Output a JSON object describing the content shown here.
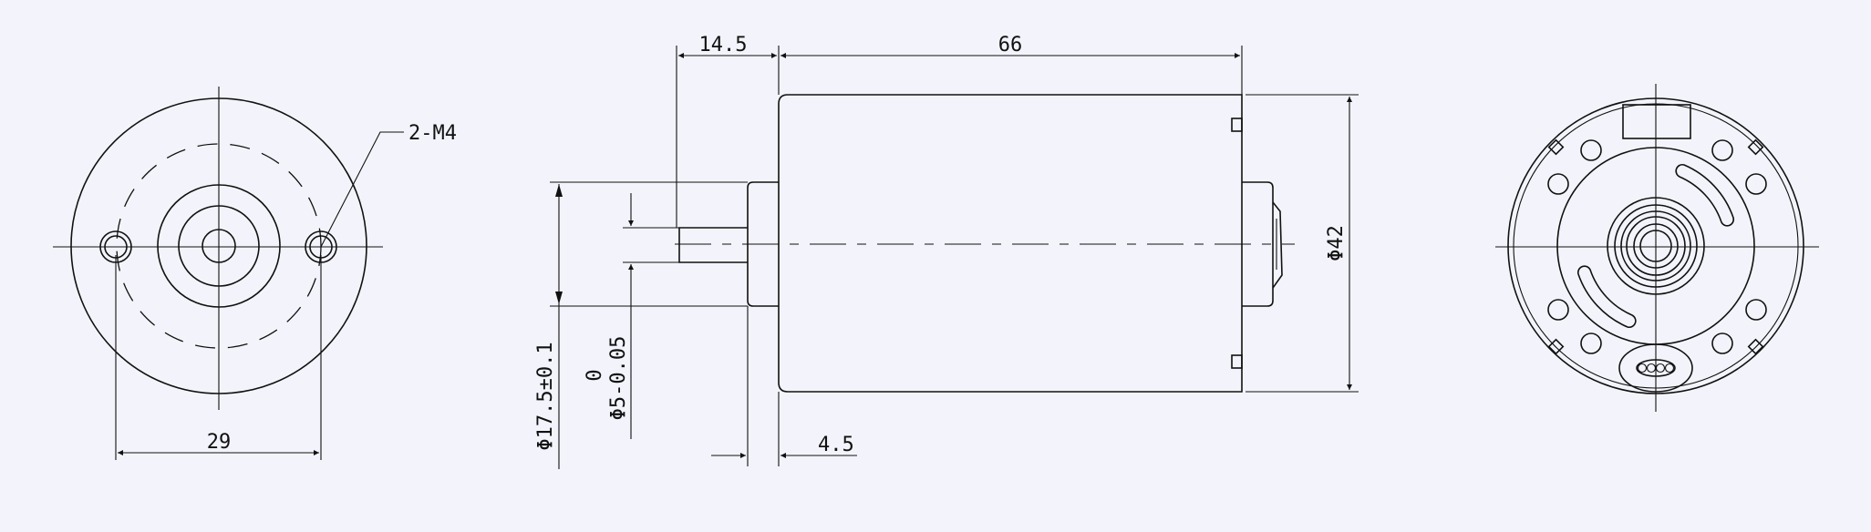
{
  "drawing": {
    "front_view": {
      "thread_label": "2-M4",
      "hole_spacing": "29"
    },
    "side_view": {
      "shaft_length": "14.5",
      "body_length": "66",
      "body_diameter": "Φ42",
      "boss_diameter": "Φ17.5±0.1",
      "shaft_tol_upper": "0",
      "shaft_diameter": "Φ5-0.05",
      "boss_length": "4.5"
    }
  }
}
